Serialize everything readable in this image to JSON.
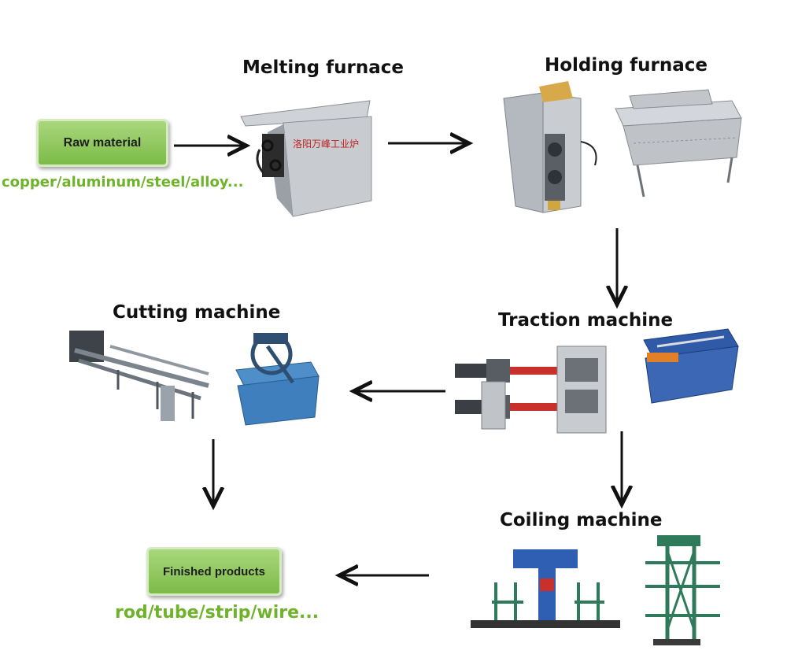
{
  "titles": {
    "melting": "Melting furnace",
    "holding": "Holding furnace",
    "traction": "Traction machine",
    "cutting": "Cutting machine",
    "coiling": "Coiling machine"
  },
  "raw_material": {
    "label": "Raw material",
    "examples": "copper/aluminum/steel/alloy..."
  },
  "finished": {
    "label": "Finished products",
    "examples": "rod/tube/strip/wire..."
  },
  "furnace_label": "洛阳万峰工业炉",
  "colors": {
    "green": "#7cbb48",
    "green_text": "#6fb32a",
    "machine_grey": "#b9bec4",
    "machine_blue": "#2f5aa8",
    "machine_green": "#2f7a5a"
  },
  "icons": [
    "arrow-right",
    "arrow-left",
    "arrow-down"
  ]
}
